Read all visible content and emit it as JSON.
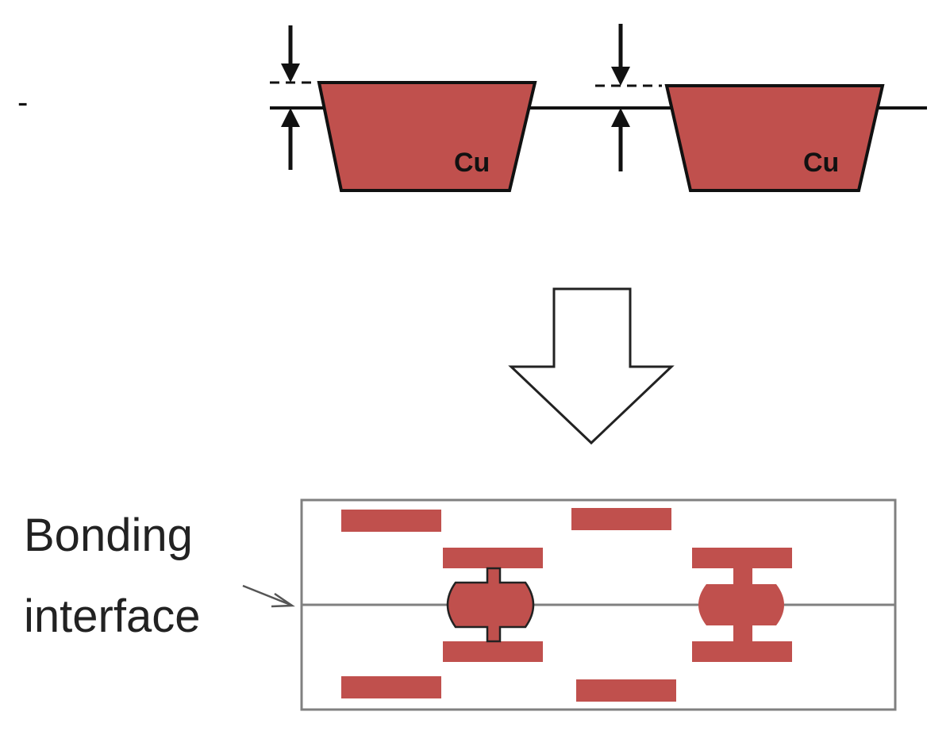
{
  "labels": {
    "dash": "-",
    "cu_left": "Cu",
    "cu_right": "Cu",
    "bonding_line1": "Bonding",
    "bonding_line2": "interface"
  },
  "colors": {
    "copper": "#c0504d",
    "outline": "#111111",
    "frame": "#808080",
    "background": "#ffffff"
  },
  "icons": {
    "recess_marker": "double-arrow-icon",
    "process_arrow": "down-arrow-icon",
    "pointer": "pointer-arrow-icon"
  }
}
